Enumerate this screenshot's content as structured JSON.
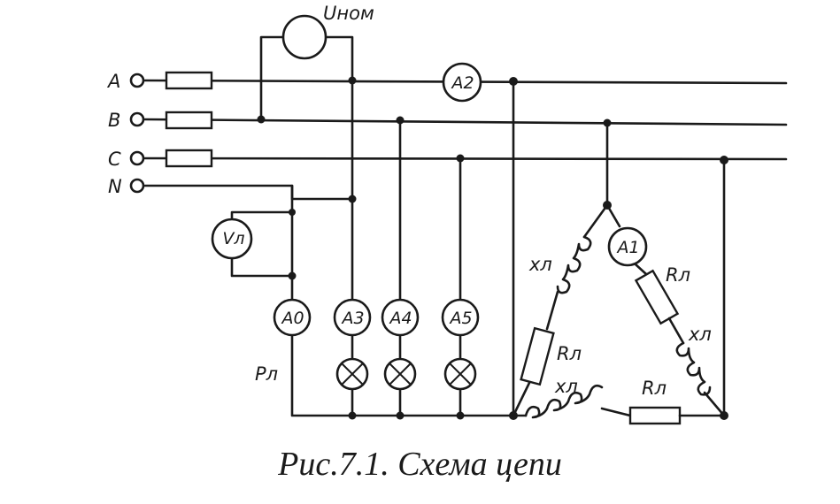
{
  "caption": "Рис.7.1. Схема цепи",
  "terminals": {
    "a": "A",
    "b": "B",
    "c": "C",
    "n": "N"
  },
  "meters": {
    "voltmeter_phase": "Uном",
    "voltmeter_line": "Vл",
    "ammeter_a0": "A0",
    "ammeter_a1": "A1",
    "ammeter_a2": "A2",
    "ammeter_a3": "A3",
    "ammeter_a4": "A4",
    "ammeter_a5": "A5"
  },
  "labels": {
    "p_load": "Pл",
    "x_ab": "xл",
    "r_ab": "Rл",
    "x_bc": "xл",
    "r_bc": "Rл",
    "x_ca": "xл",
    "r_ca": "Rл"
  }
}
